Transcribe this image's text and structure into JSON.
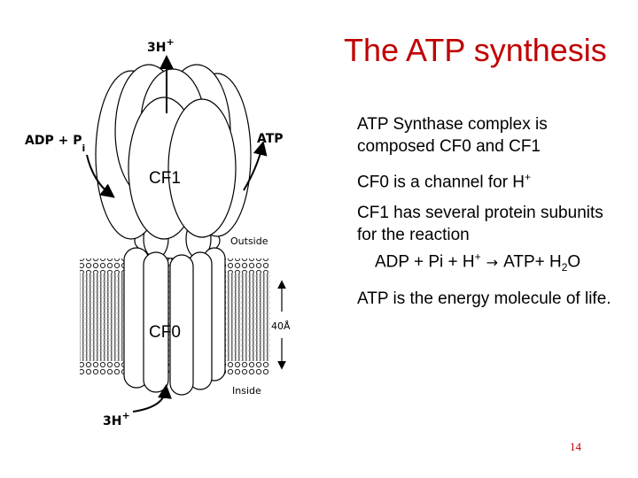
{
  "slide": {
    "title": "The ATP synthesis",
    "page_number": "14"
  },
  "bullets": [
    {
      "text": "ATP Synthase complex is composed CF0 and CF1"
    },
    {
      "text_main": "CF0 is a channel for H",
      "text_sup": "+"
    },
    {
      "text": "CF1 has several protein subunits for the reaction",
      "equation": {
        "lhs": "ADP + Pi + H",
        "lhs_sup": "+",
        "arrow": "→",
        "rhs_a": "ATP+ H",
        "rhs_sub": "2",
        "rhs_b": "O"
      }
    },
    {
      "text": "ATP is the energy molecule of life."
    }
  ],
  "diagram": {
    "top_label_main": "3H",
    "top_label_sup": "+",
    "left_label_main": "ADP + P",
    "left_label_sub": "i",
    "right_label": "ATP",
    "cf1_label": "CF1",
    "cf0_label": "CF0",
    "outside_label": "Outside",
    "inside_label": "Inside",
    "thickness_label": "40Å",
    "bottom_label_main": "3H",
    "bottom_label_sup": "+"
  }
}
